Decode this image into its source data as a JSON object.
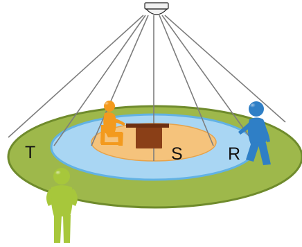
{
  "zones": {
    "transactional": {
      "label": "T",
      "color": "#9EB84B",
      "edge": "#6F8B2C"
    },
    "responsive": {
      "label": "R",
      "color": "#A9D6F3",
      "edge": "#62B2E4"
    },
    "sensing": {
      "label": "S",
      "color": "#F5C37C",
      "edge": "#E6A24A"
    }
  },
  "figures": [
    {
      "role": "seated-person",
      "color": "#F39A1E"
    },
    {
      "role": "walking-person",
      "color": "#2F7FC6"
    },
    {
      "role": "standing-person",
      "color": "#A7C73B"
    }
  ],
  "colors": {
    "desk": "#8A3F17",
    "beams": "#7D7D7D",
    "sensor": "#EDEDED"
  },
  "icons": [
    "ceiling-sensor-icon"
  ]
}
